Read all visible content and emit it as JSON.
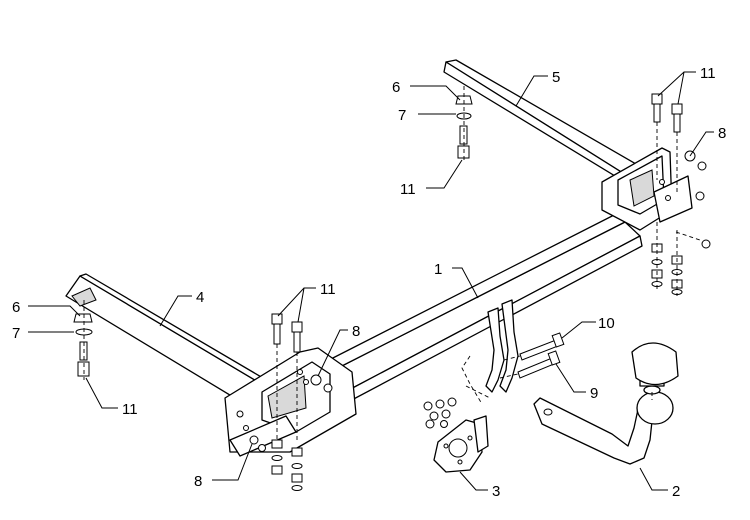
{
  "callouts": {
    "c1": "1",
    "c2": "2",
    "c3": "3",
    "c4": "4",
    "c5": "5",
    "c6a": "6",
    "c6b": "6",
    "c7a": "7",
    "c7b": "7",
    "c8a": "8",
    "c8b": "8",
    "c8c": "8",
    "c9": "9",
    "c10": "10",
    "c11a": "11",
    "c11b": "11",
    "c11c": "11",
    "c11d": "11"
  },
  "colors": {
    "line": "#000000",
    "shade": "#d9d9d9",
    "background": "#ffffff"
  }
}
